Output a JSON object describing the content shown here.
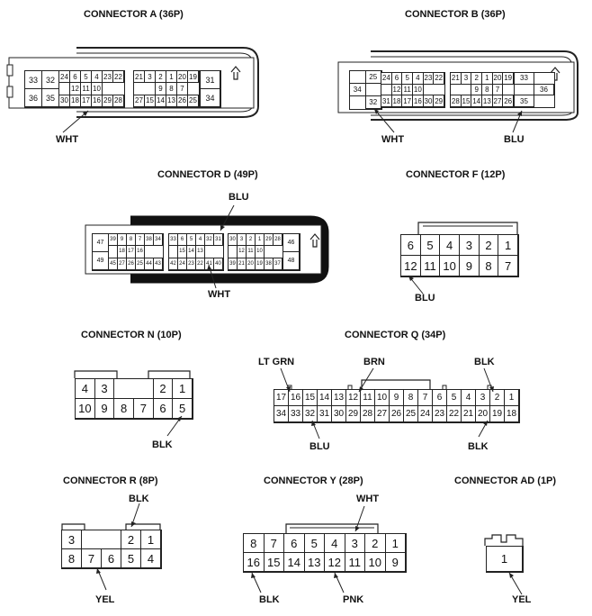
{
  "titles": {
    "a": "CONNECTOR A (36P)",
    "b": "CONNECTOR B (36P)",
    "d": "CONNECTOR D (49P)",
    "f": "CONNECTOR F (12P)",
    "n": "CONNECTOR N (10P)",
    "q": "CONNECTOR Q (34P)",
    "r": "CONNECTOR R (8P)",
    "y": "CONNECTOR Y (28P)",
    "ad": "CONNECTOR AD (1P)"
  },
  "wires": {
    "a_wht": "WHT",
    "b_wht": "WHT",
    "b_blu": "BLU",
    "d_blu": "BLU",
    "d_wht": "WHT",
    "f_blu": "BLU",
    "n_blk": "BLK",
    "q_ltgrn": "LT GRN",
    "q_brn": "BRN",
    "q_blk_top": "BLK",
    "q_blu": "BLU",
    "q_blk_bottom": "BLK",
    "r_blk": "BLK",
    "r_yel": "YEL",
    "y_wht": "WHT",
    "y_blk": "BLK",
    "y_pnk": "PNK",
    "ad_yel": "YEL"
  },
  "connector_a": {
    "left_block": [
      "33",
      "32",
      "36",
      "35"
    ],
    "left_mid": [
      "24",
      "6",
      "5",
      "4",
      "23",
      "22",
      "12",
      "11",
      "10",
      "30",
      "18",
      "17",
      "16",
      "29",
      "28"
    ],
    "right_mid": [
      "21",
      "3",
      "2",
      "1",
      "20",
      "19",
      "9",
      "8",
      "7",
      "27",
      "15",
      "14",
      "13",
      "26",
      "25"
    ],
    "right_block": [
      "31",
      "34"
    ]
  },
  "connector_b": {
    "left_block": [
      "34",
      "25",
      "32"
    ],
    "left_mid": [
      "24",
      "6",
      "5",
      "4",
      "23",
      "22",
      "12",
      "11",
      "10",
      "31",
      "18",
      "17",
      "16",
      "30",
      "29"
    ],
    "right_mid": [
      "21",
      "3",
      "2",
      "1",
      "20",
      "19",
      "9",
      "8",
      "7",
      "28",
      "15",
      "14",
      "13",
      "27",
      "26"
    ],
    "right_block": [
      "33",
      "36",
      "35"
    ]
  },
  "connector_d": {
    "left_block": [
      "47",
      "49"
    ],
    "g1_top": [
      "39",
      "9",
      "8",
      "7",
      "38",
      "34"
    ],
    "g1_mid": [
      "18",
      "17",
      "16"
    ],
    "g1_bot": [
      "45",
      "27",
      "26",
      "25",
      "44",
      "43"
    ],
    "g2_top": [
      "33",
      "6",
      "5",
      "4",
      "32",
      "31"
    ],
    "g2_mid": [
      "15",
      "14",
      "13"
    ],
    "g2_bot": [
      "42",
      "24",
      "23",
      "22",
      "41",
      "40"
    ],
    "g3_top": [
      "30",
      "3",
      "2",
      "1",
      "29",
      "28"
    ],
    "g3_mid": [
      "12",
      "11",
      "10"
    ],
    "g3_bot": [
      "39",
      "21",
      "20",
      "19",
      "38",
      "37"
    ],
    "right_block": [
      "46",
      "48"
    ]
  },
  "connector_f": {
    "top": [
      "6",
      "5",
      "4",
      "3",
      "2",
      "1"
    ],
    "bottom": [
      "12",
      "11",
      "10",
      "9",
      "8",
      "7"
    ]
  },
  "connector_n": {
    "top": [
      "4",
      "3",
      "",
      "",
      "2",
      "1"
    ],
    "bottom": [
      "10",
      "9",
      "8",
      "7",
      "6",
      "5"
    ]
  },
  "connector_q": {
    "top": [
      "17",
      "16",
      "15",
      "14",
      "13",
      "12",
      "11",
      "10",
      "9",
      "8",
      "7",
      "6",
      "5",
      "4",
      "3",
      "2",
      "1"
    ],
    "bottom": [
      "34",
      "33",
      "32",
      "31",
      "30",
      "29",
      "28",
      "27",
      "26",
      "25",
      "24",
      "23",
      "22",
      "21",
      "20",
      "19",
      "18"
    ]
  },
  "connector_r": {
    "top": [
      "3",
      "",
      "",
      "2",
      "1"
    ],
    "bottom": [
      "8",
      "7",
      "6",
      "5",
      "4"
    ]
  },
  "connector_y": {
    "top": [
      "8",
      "7",
      "6",
      "5",
      "4",
      "3",
      "2",
      "1"
    ],
    "bottom": [
      "16",
      "15",
      "14",
      "13",
      "12",
      "11",
      "10",
      "9"
    ]
  },
  "connector_ad": {
    "pin": "1"
  }
}
